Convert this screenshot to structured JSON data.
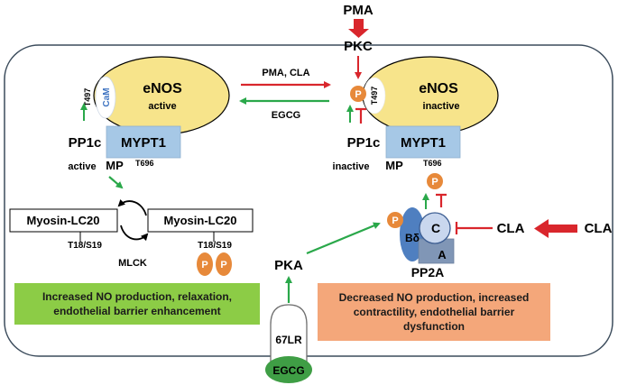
{
  "top": {
    "pma": "PMA",
    "pkc": "PKC"
  },
  "left_complex": {
    "enos_label": "eNOS",
    "state": "active",
    "cam": "CaM",
    "t497": "T497",
    "pp1c": "PP1c",
    "mypt1": "MYPT1",
    "pp1c_state": "active",
    "mp": "MP",
    "t696": "T696"
  },
  "middle_arrows": {
    "forward_label": "PMA, CLA",
    "reverse_label": "EGCG"
  },
  "right_complex": {
    "enos_label": "eNOS",
    "state": "inactive",
    "t497": "T497",
    "pp1c": "PP1c",
    "mypt1": "MYPT1",
    "pp1c_state": "inactive",
    "mp": "MP",
    "t696": "T696",
    "p": "P"
  },
  "myosin": {
    "left": "Myosin-LC20",
    "right": "Myosin-LC20",
    "sites_left": "T18/S19",
    "sites_right": "T18/S19",
    "kinase": "MLCK",
    "p": "P"
  },
  "pp2a": {
    "bdelta": "Bδ",
    "c": "C",
    "a": "A",
    "label": "PP2A",
    "p": "P"
  },
  "cla_side": {
    "cla_outer": "CLA",
    "cla_inner": "CLA"
  },
  "pka": "PKA",
  "receptor": {
    "label": "67LR",
    "ligand": "EGCG"
  },
  "outcomes": {
    "green": "Increased NO production, relaxation, endothelial barrier enhancement",
    "orange": "Decreased NO production, increased contractility, endothelial barrier dysfunction"
  },
  "colors": {
    "enos_fill": "#f7e48b",
    "mypt1_fill": "#a6c8e6",
    "phospho_fill": "#e7893a",
    "green_arrow": "#2aa84a",
    "red_arrow": "#d9262c",
    "green_box": "#8ccc46",
    "orange_box": "#f4a77a",
    "receptor_fill": "#3f9e45",
    "bdelta_fill": "#4f7fc0",
    "c_fill": "#c9d7ee",
    "a_fill": "#8096b6"
  }
}
